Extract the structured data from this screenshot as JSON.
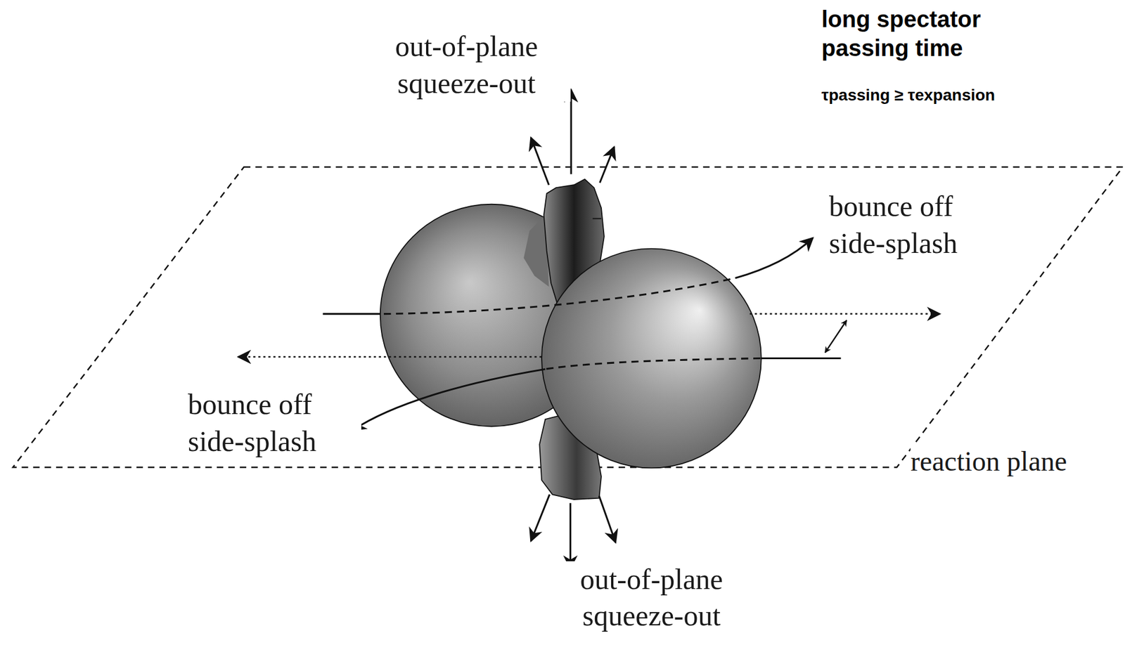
{
  "diagram": {
    "labels": [
      "long spectator passing time",
      "τpassing ≥ τexpansion",
      "out-of-plane squeeze-out",
      "bounce off side-splash",
      "bounce off side-splash",
      "reaction plane",
      "out-of-plane squeeze-out"
    ]
  }
}
